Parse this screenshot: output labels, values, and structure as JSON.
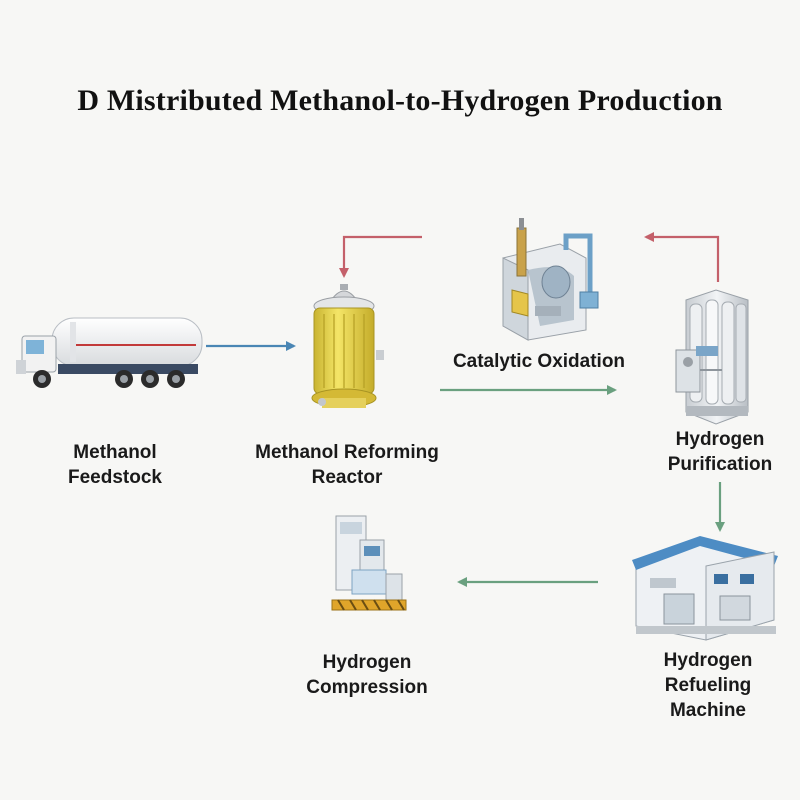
{
  "title": "D Mistributed Methanol-to-Hydrogen Production",
  "nodes": [
    {
      "id": "feedstock",
      "lines": [
        "Methanol",
        "Feedstock"
      ],
      "icon": "tanker-truck-icon"
    },
    {
      "id": "reactor",
      "lines": [
        "Methanol Reforming",
        "Reactor"
      ],
      "icon": "reactor-vessel-icon"
    },
    {
      "id": "oxidation",
      "lines": [
        "Catalytic Oxidation"
      ],
      "icon": "oxidation-unit-icon"
    },
    {
      "id": "purification",
      "lines": [
        "Hydrogen",
        "Purification"
      ],
      "icon": "purification-unit-icon"
    },
    {
      "id": "refueling",
      "lines": [
        "Hydrogen",
        "Refueling",
        "Machine"
      ],
      "icon": "refueling-station-icon"
    },
    {
      "id": "compression",
      "lines": [
        "Hydrogen",
        "Compression"
      ],
      "icon": "compressor-icon"
    }
  ],
  "colors": {
    "blue_arrow": "#4a86b4",
    "green_arrow": "#6aa07f",
    "red_arrow": "#c4606a"
  }
}
